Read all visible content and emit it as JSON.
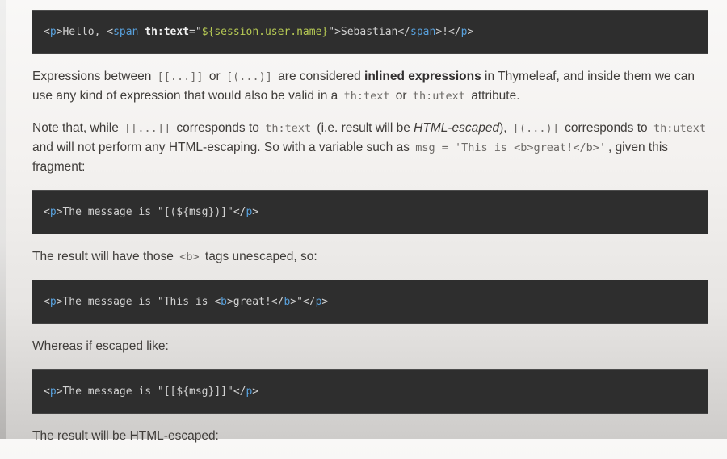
{
  "colors": {
    "code_background": "#2e2e2e",
    "code_text": "#d2d2d2",
    "code_tag": "#58a1dd",
    "code_attribute": "#f2f2f2",
    "code_value": "#b6c954",
    "body_text": "#403d3a",
    "inline_code_text": "#6e6b68"
  },
  "content": {
    "code_hello": {
      "segments": [
        {
          "t": "<",
          "c": "pln"
        },
        {
          "t": "p",
          "c": "tag"
        },
        {
          "t": ">Hello, ",
          "c": "pln"
        },
        {
          "t": "<",
          "c": "pln"
        },
        {
          "t": "span",
          "c": "tag"
        },
        {
          "t": " ",
          "c": "pln"
        },
        {
          "t": "th:text",
          "c": "attr"
        },
        {
          "t": "=\"",
          "c": "pln"
        },
        {
          "t": "${session.user.name}",
          "c": "val"
        },
        {
          "t": "\">Sebastian",
          "c": "pln"
        },
        {
          "t": "</",
          "c": "pln"
        },
        {
          "t": "span",
          "c": "tag"
        },
        {
          "t": ">!",
          "c": "pln"
        },
        {
          "t": "</",
          "c": "pln"
        },
        {
          "t": "p",
          "c": "tag"
        },
        {
          "t": ">",
          "c": "pln"
        }
      ]
    },
    "para_inlined": {
      "segments": [
        {
          "t": "Expressions between ",
          "c": ""
        },
        {
          "t": "[[...]]",
          "c": "code"
        },
        {
          "t": " or ",
          "c": ""
        },
        {
          "t": "[(...)]",
          "c": "code"
        },
        {
          "t": " are considered ",
          "c": ""
        },
        {
          "t": "inlined expressions",
          "c": "b"
        },
        {
          "t": " in Thymeleaf, and inside them we can use any kind of expression that would also be valid in a ",
          "c": ""
        },
        {
          "t": "th:text",
          "c": "code"
        },
        {
          "t": " or ",
          "c": ""
        },
        {
          "t": "th:utext",
          "c": "code"
        },
        {
          "t": " attribute.",
          "c": ""
        }
      ]
    },
    "para_note": {
      "segments": [
        {
          "t": "Note that, while ",
          "c": ""
        },
        {
          "t": "[[...]]",
          "c": "code"
        },
        {
          "t": " corresponds to ",
          "c": ""
        },
        {
          "t": "th:text",
          "c": "code"
        },
        {
          "t": " (i.e. result will be ",
          "c": ""
        },
        {
          "t": "HTML-escaped",
          "c": "i"
        },
        {
          "t": "), ",
          "c": ""
        },
        {
          "t": "[(...)]",
          "c": "code"
        },
        {
          "t": " corresponds to ",
          "c": ""
        },
        {
          "t": "th:utext",
          "c": "code"
        },
        {
          "t": " and will not perform any HTML-escaping. So with a variable such as ",
          "c": ""
        },
        {
          "t": "msg = 'This is <b>great!</b>'",
          "c": "code"
        },
        {
          "t": ", given this fragment:",
          "c": ""
        }
      ]
    },
    "code_msg_unescaped_expr": {
      "segments": [
        {
          "t": "<",
          "c": "pln"
        },
        {
          "t": "p",
          "c": "tag"
        },
        {
          "t": ">The message is \"[(${msg})]\"",
          "c": "pln"
        },
        {
          "t": "</",
          "c": "pln"
        },
        {
          "t": "p",
          "c": "tag"
        },
        {
          "t": ">",
          "c": "pln"
        }
      ]
    },
    "para_result_unescaped": {
      "segments": [
        {
          "t": "The result will have those ",
          "c": ""
        },
        {
          "t": "<b>",
          "c": "code"
        },
        {
          "t": " tags unescaped, so:",
          "c": ""
        }
      ]
    },
    "code_msg_rendered": {
      "segments": [
        {
          "t": "<",
          "c": "pln"
        },
        {
          "t": "p",
          "c": "tag"
        },
        {
          "t": ">The message is \"This is ",
          "c": "pln"
        },
        {
          "t": "<",
          "c": "pln"
        },
        {
          "t": "b",
          "c": "tag"
        },
        {
          "t": ">great!",
          "c": "pln"
        },
        {
          "t": "</",
          "c": "pln"
        },
        {
          "t": "b",
          "c": "tag"
        },
        {
          "t": ">\"",
          "c": "pln"
        },
        {
          "t": "</",
          "c": "pln"
        },
        {
          "t": "p",
          "c": "tag"
        },
        {
          "t": ">",
          "c": "pln"
        }
      ]
    },
    "para_whereas": {
      "segments": [
        {
          "t": "Whereas if escaped like:",
          "c": ""
        }
      ]
    },
    "code_msg_escaped_expr": {
      "segments": [
        {
          "t": "<",
          "c": "pln"
        },
        {
          "t": "p",
          "c": "tag"
        },
        {
          "t": ">The message is \"[[${msg}]]\"",
          "c": "pln"
        },
        {
          "t": "</",
          "c": "pln"
        },
        {
          "t": "p",
          "c": "tag"
        },
        {
          "t": ">",
          "c": "pln"
        }
      ]
    },
    "para_result_escaped": {
      "segments": [
        {
          "t": "The result will be HTML-escaped:",
          "c": ""
        }
      ]
    }
  }
}
